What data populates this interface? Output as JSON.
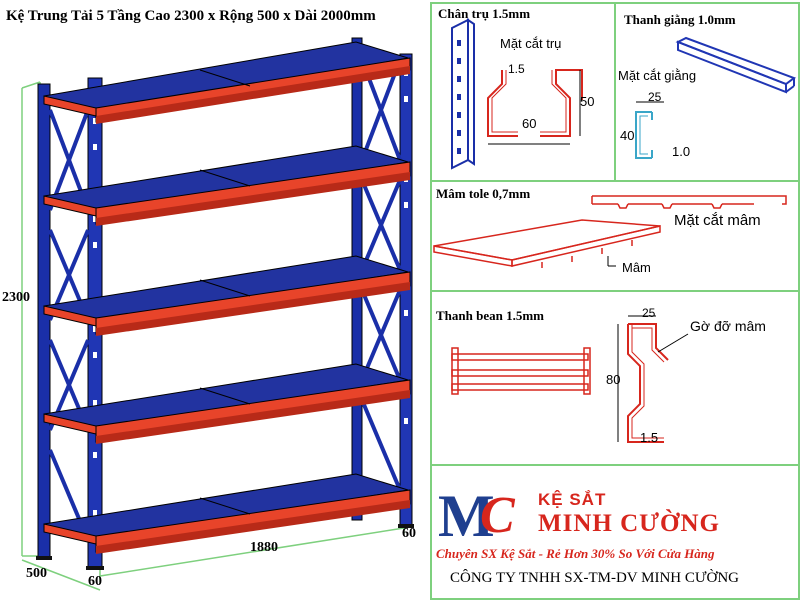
{
  "title": "Kệ Trung Tải 5 Tầng Cao 2300 x Rộng 500 x Dài 2000mm",
  "main_dims": {
    "height": "2300",
    "length": "1880",
    "depth": "500",
    "post_front": "60",
    "post_back": "60"
  },
  "panels": {
    "upright": {
      "title": "Chân trụ 1.5mm",
      "section_label": "Mặt cắt trụ",
      "dim_thickness": "1.5",
      "dim_width": "60",
      "dim_depth": "50"
    },
    "brace": {
      "title": "Thanh giằng 1.0mm",
      "section_label": "Mặt cắt giằng",
      "dim_top": "25",
      "dim_height": "40",
      "dim_thickness": "1.0"
    },
    "deck": {
      "title": "Mâm tole 0,7mm",
      "section_label": "Mặt cắt mâm",
      "pointer_label": "Mâm"
    },
    "beam": {
      "title": "Thanh bean 1.5mm",
      "dim_top": "25",
      "dim_height": "80",
      "dim_thickness": "1.5",
      "support_label": "Gờ đỡ mâm"
    }
  },
  "brand": {
    "monogram": "MC",
    "line1": "KỆ SẮT",
    "line2": "MINH CƯỜNG",
    "slogan": "Chuyên SX Kệ Sắt - Rẻ Hơn 30% So Với Cửa Hàng",
    "company": "CÔNG TY TNHH SX-TM-DV MINH CƯỜNG"
  },
  "colors": {
    "frame_blue": "#1a2fa8",
    "beam_red": "#e8442a",
    "deck_blue": "#2233a0",
    "accent_green": "#7ed07e",
    "brand_red": "#d7261d",
    "logo_blue": "#1f3f8f"
  }
}
